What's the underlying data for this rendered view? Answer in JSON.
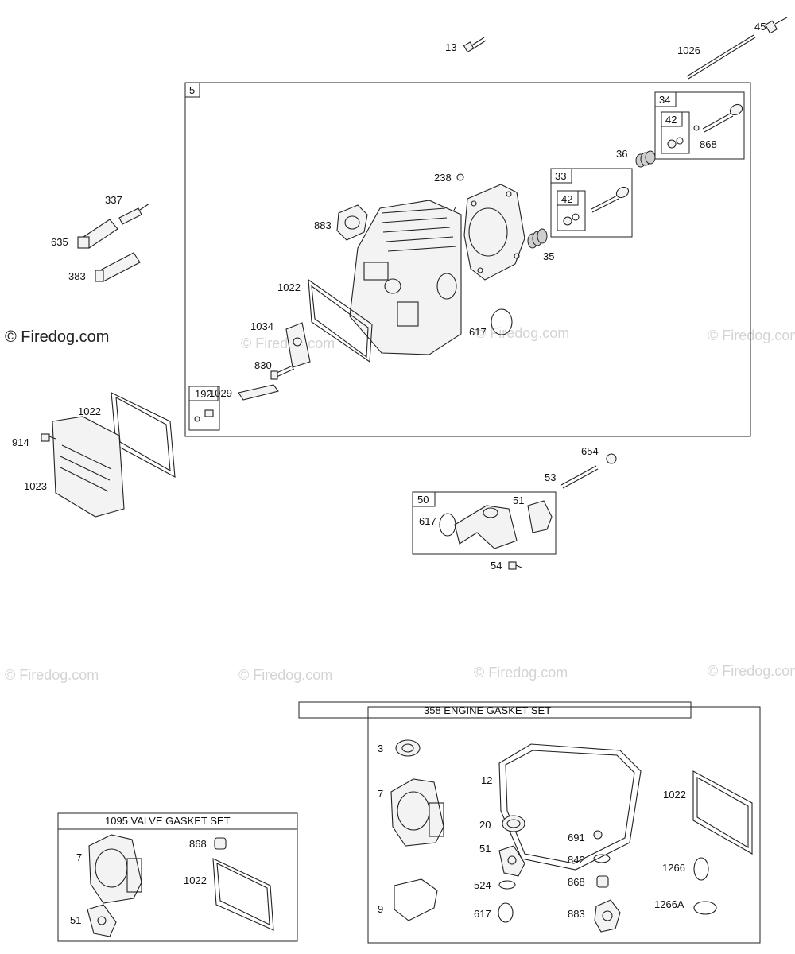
{
  "watermarks": {
    "main": "© Firedog.com",
    "faint": "© Firedog.com"
  },
  "assemblies": {
    "cylinder_head": "5",
    "exhaust_valve": "34",
    "intake_valve": "33",
    "keeper_a": "42",
    "keeper_b": "42",
    "breather_kit": "192",
    "intake_manifold": "50"
  },
  "sets": {
    "engine_gasket_set": "358 ENGINE GASKET SET",
    "valve_gasket_set": "1095 VALVE GASKET SET"
  },
  "labels": {
    "p13": "13",
    "p45": "45",
    "p1026": "1026",
    "p868a": "868",
    "p36": "36",
    "p238": "238",
    "p7a": "7",
    "p883a": "883",
    "p35": "35",
    "p337": "337",
    "p635": "635",
    "p383": "383",
    "p1022a": "1022",
    "p617a": "617",
    "p1034": "1034",
    "p830": "830",
    "p1029": "1029",
    "p1022b": "1022",
    "p914": "914",
    "p1023": "1023",
    "p654": "654",
    "p53": "53",
    "p51a": "51",
    "p617b": "617",
    "p54": "54",
    "p3": "3",
    "p12": "12",
    "p1022c": "1022",
    "p7b": "7",
    "p20": "20",
    "p691": "691",
    "p51b": "51",
    "p842": "842",
    "p1266": "1266",
    "p524": "524",
    "p868b": "868",
    "p9": "9",
    "p617c": "617",
    "p883b": "883",
    "p1266a": "1266A",
    "p7c": "7",
    "p868c": "868",
    "p1022d": "1022",
    "p51c": "51"
  }
}
